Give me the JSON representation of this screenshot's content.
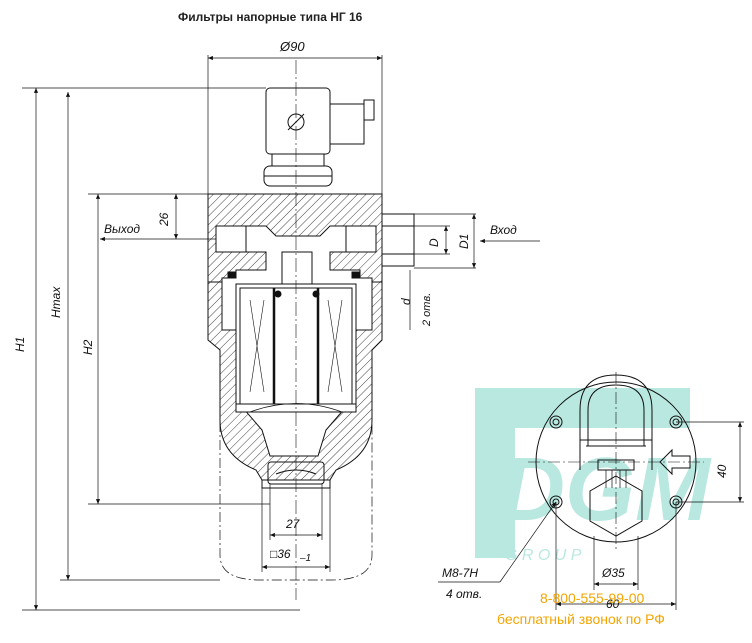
{
  "title": "Фильтры напорные типа НГ 16",
  "dimensions": {
    "diameter_90": "Ø90",
    "h1": "H1",
    "hmax": "Hmax",
    "h2": "H2",
    "d26": "26",
    "d_big": "D",
    "d1": "D1",
    "d_small": "d",
    "holes_2": "2 отв.",
    "d27": "27",
    "square_36": "□36",
    "square_36_tol": "–1",
    "thread": "M8-7H",
    "holes_4": "4 отв.",
    "diameter_35": "Ø35",
    "d60": "60",
    "d40": "40"
  },
  "labels": {
    "outlet": "Выход",
    "inlet": "Вход"
  },
  "watermark": {
    "logo_text": "DGM",
    "group_text": "G R O U P",
    "color": "#7fd6c8"
  },
  "contact": {
    "phone": "8-800-555-99-00",
    "free_call": "бесплатный звонок по РФ",
    "color": "#f2a500"
  },
  "colors": {
    "line": "#111111",
    "hatch": "#444444",
    "watermark": "#7fd6c8"
  }
}
